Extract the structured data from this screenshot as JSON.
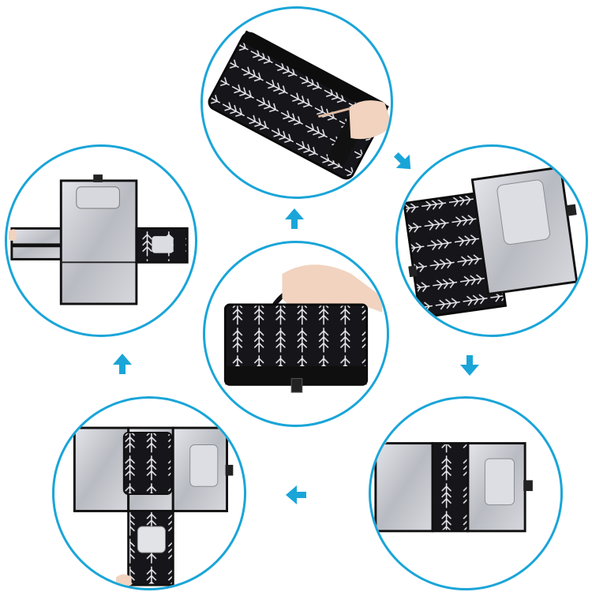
{
  "colors": {
    "ring": "#1aa5d8",
    "arrow": "#1aa5d8",
    "fabric": "#16161a",
    "pattern": "#e8e8ec",
    "silver": "#c7c9cf",
    "strap": "#1c1c1c",
    "skin": "#f1d3bf"
  },
  "scene": {
    "steps": [
      {
        "id": "center",
        "content": "folded-pad-carried-by-handle",
        "icon": "hand-holding-bag"
      },
      {
        "id": "top",
        "content": "closed-pad-velcro-flap",
        "icon": "hand-opening-flap"
      },
      {
        "id": "right-top",
        "content": "pad-first-fold-open",
        "icon": "half-open-pad"
      },
      {
        "id": "right-bottom",
        "content": "pad-three-panels-open",
        "icon": "tri-fold-pad"
      },
      {
        "id": "bottom-left",
        "content": "pad-with-bottom-pocket-flap",
        "icon": "pad-with-flap"
      },
      {
        "id": "left",
        "content": "pad-fully-unfolded-cross",
        "icon": "cross-unfolded-pad"
      }
    ],
    "flow_arrows": [
      "arrow-up",
      "arrow-down-right",
      "arrow-down",
      "arrow-left",
      "arrow-up"
    ]
  }
}
